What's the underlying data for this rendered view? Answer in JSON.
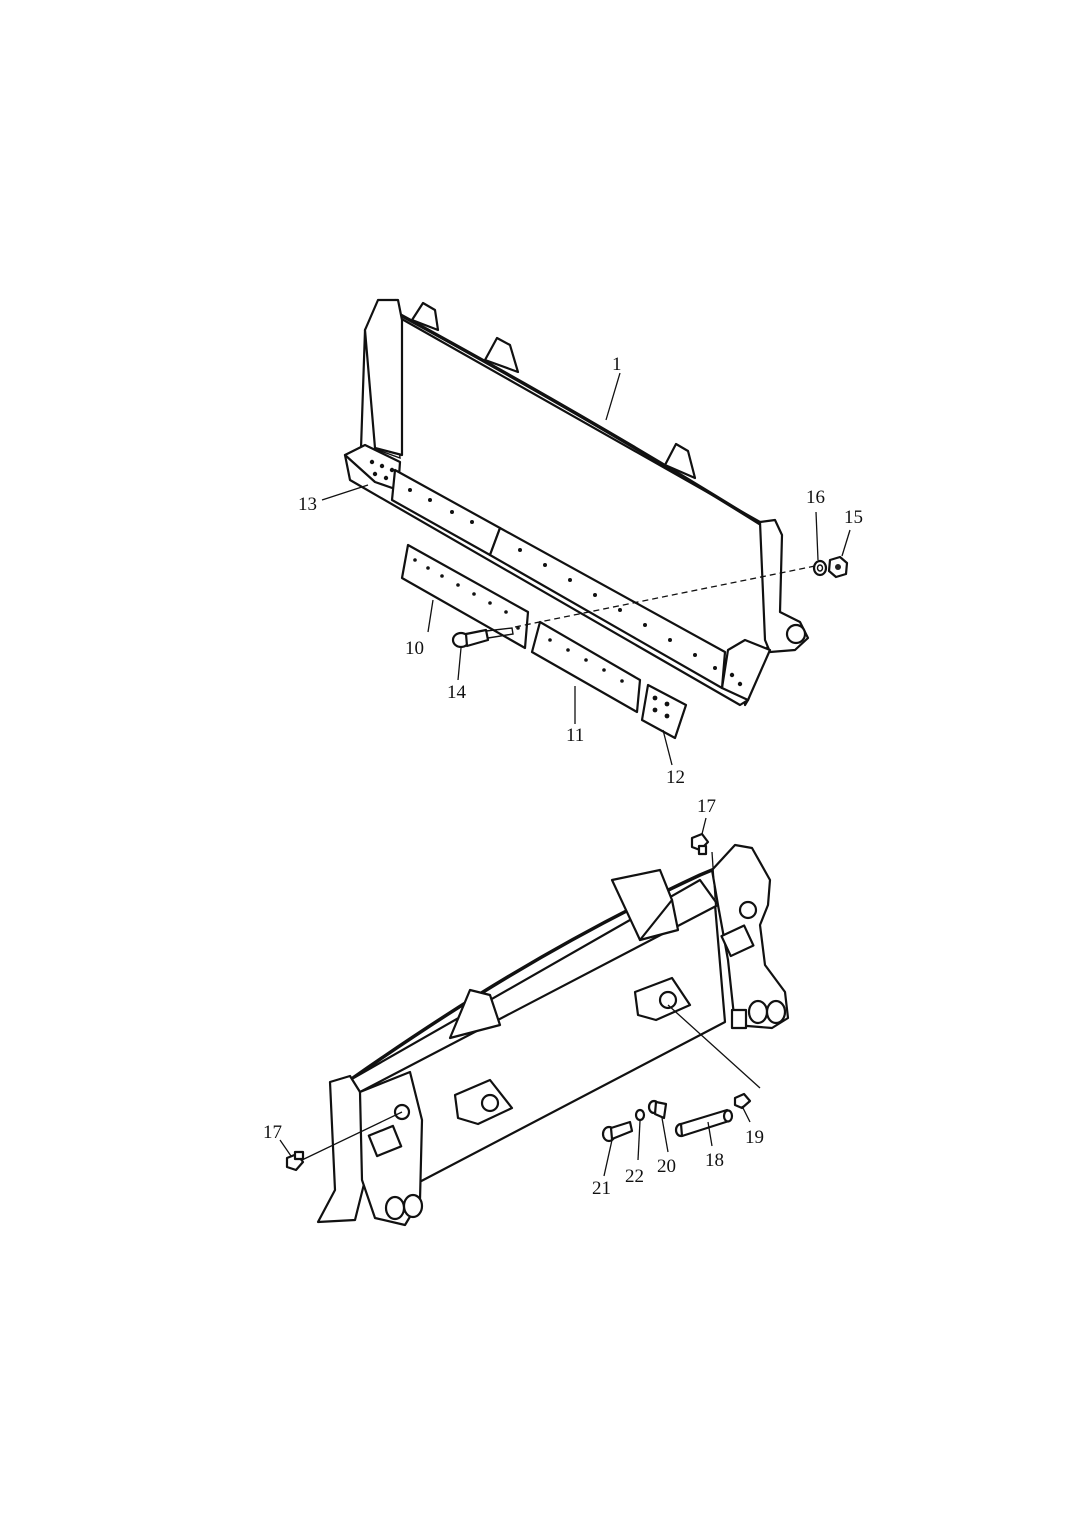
{
  "callouts": {
    "c1": "1",
    "c10": "10",
    "c11": "11",
    "c12": "12",
    "c13": "13",
    "c14": "14",
    "c15": "15",
    "c16": "16",
    "c17a": "17",
    "c17b": "17",
    "c18": "18",
    "c19": "19",
    "c20": "20",
    "c21": "21",
    "c22": "22"
  }
}
